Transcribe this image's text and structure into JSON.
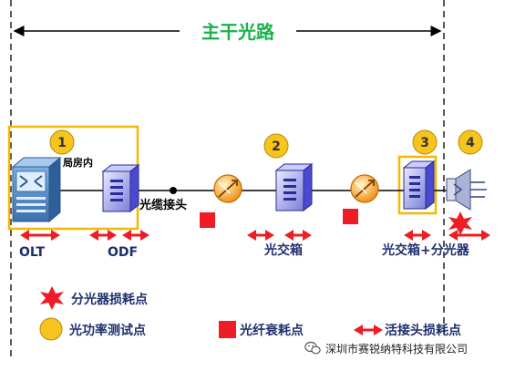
{
  "title": "主干光路",
  "nodes": {
    "n1": "1",
    "n2": "2",
    "n3": "3",
    "n4": "4"
  },
  "labels": {
    "central_office": "局房内",
    "cable_joint": "光缆接头",
    "olt": "OLT",
    "odf": "ODF",
    "cross_box": "光交箱",
    "cross_splitter": "光交箱+分光器"
  },
  "legend": {
    "splitter_loss": "分光器损耗点",
    "power_test": "光功率测试点",
    "fiber_loss": "光纤衰耗点",
    "connector_loss": "活接头损耗点"
  },
  "watermark": "深圳市赛锐纳特科技有限公司",
  "colors": {
    "title": "#19b24b",
    "yellow_frame": "#f5b800",
    "node_fill": "#f7c41e",
    "red": "#ee1c24",
    "blue_device": "#3a3ab4",
    "navy_text": "#1f2f6e"
  }
}
